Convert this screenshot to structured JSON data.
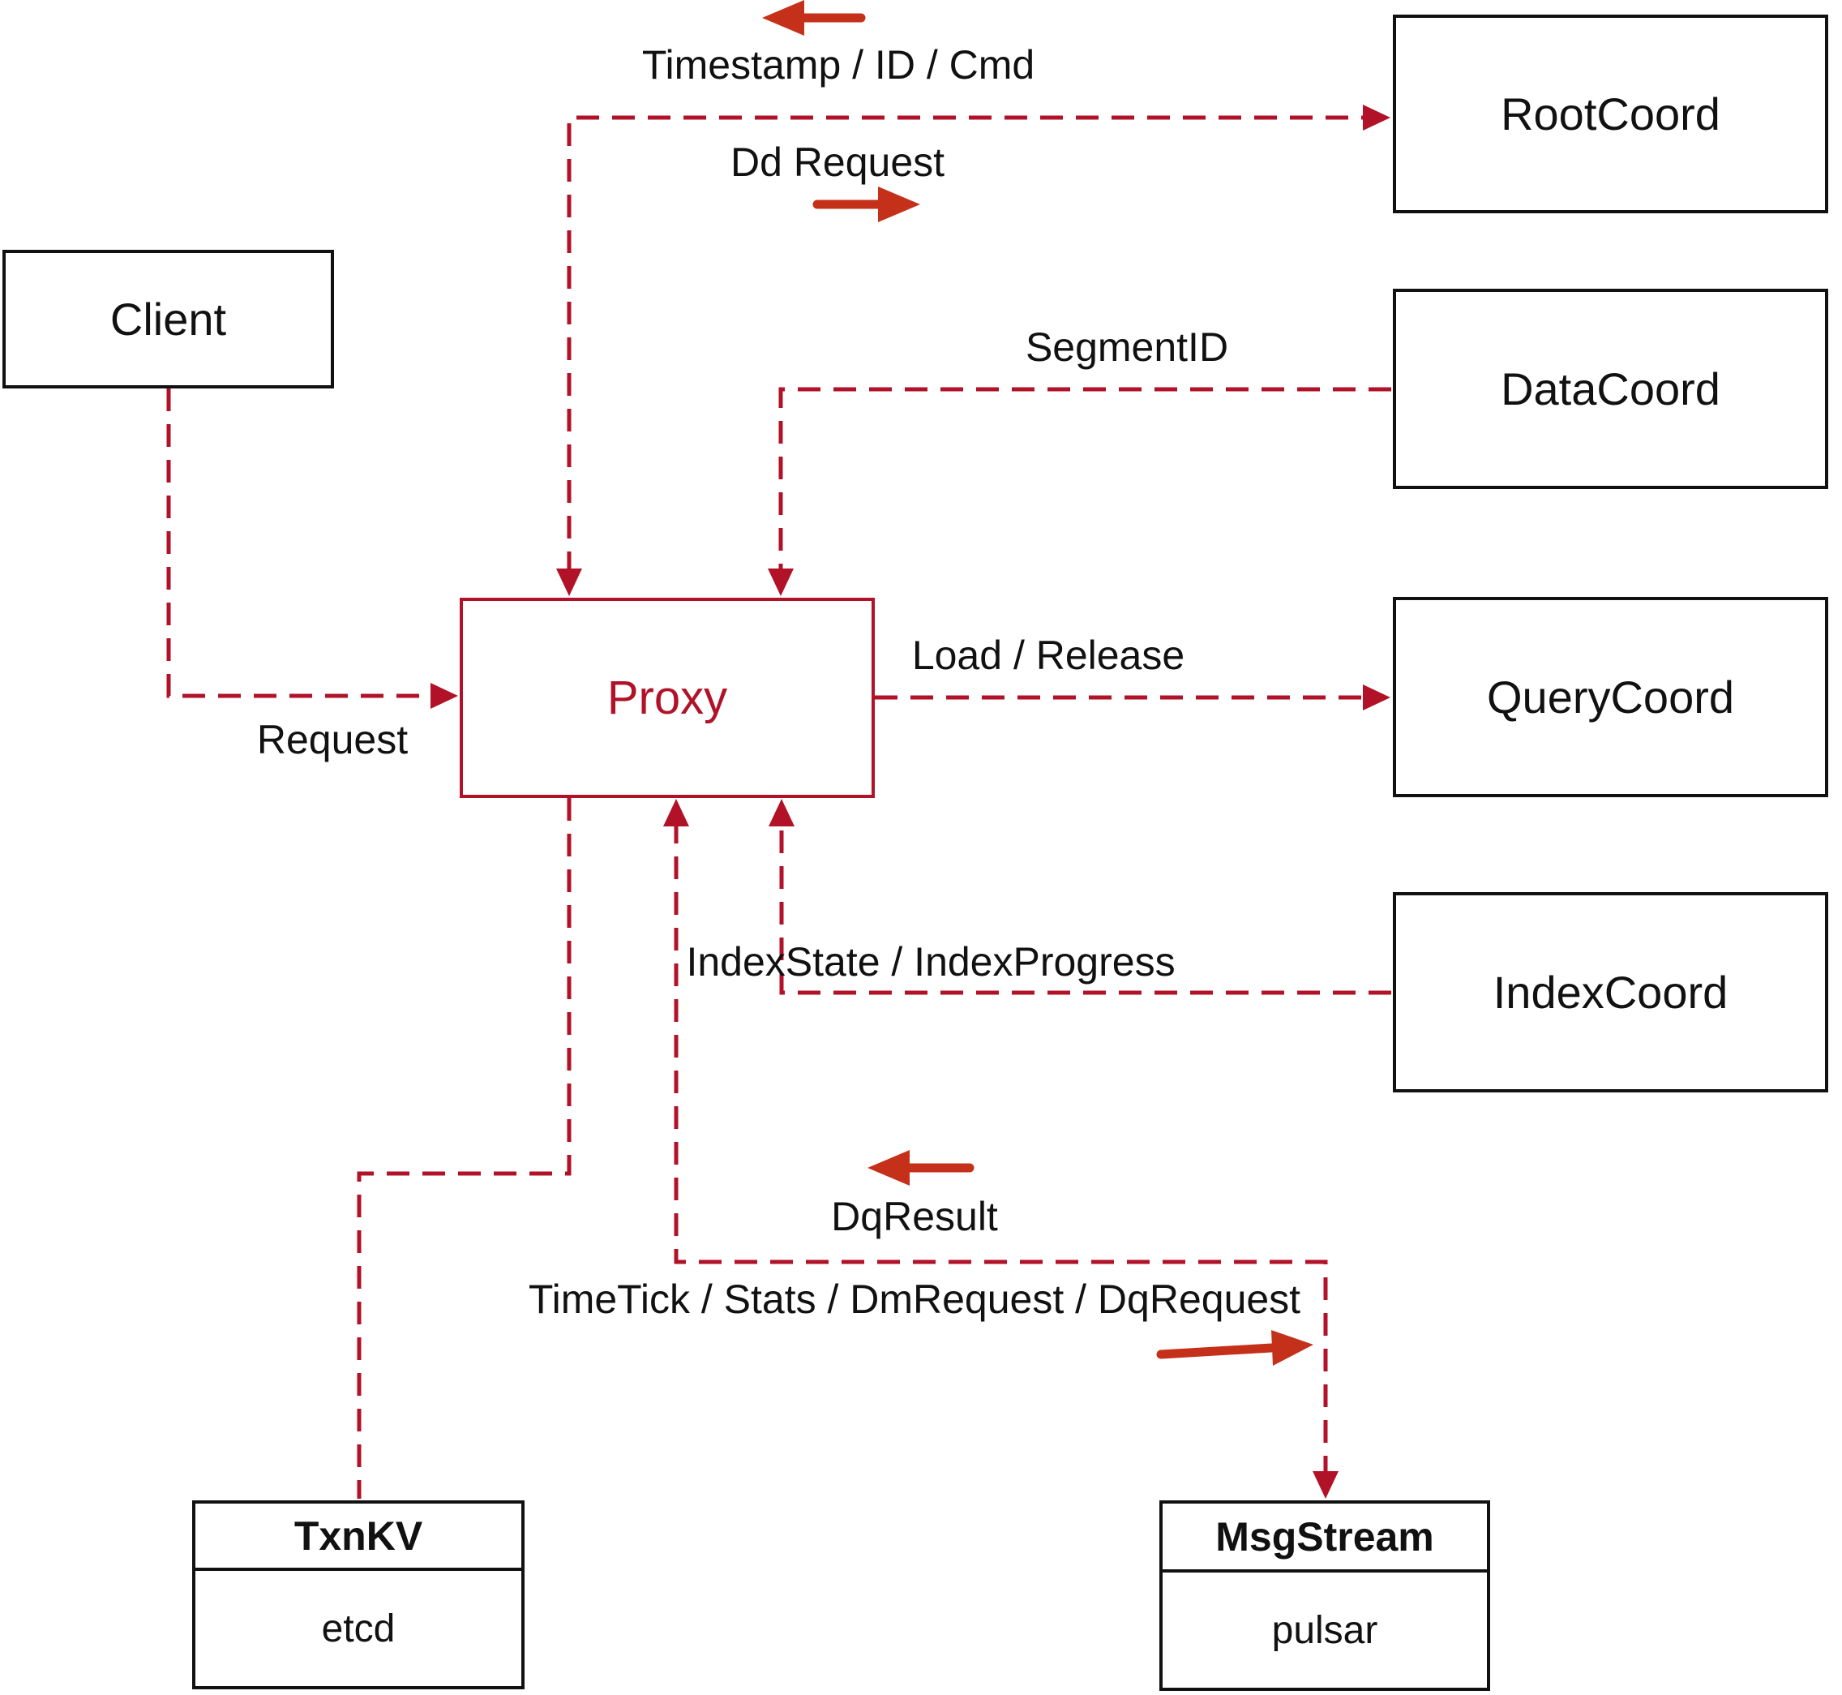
{
  "diagram": {
    "nodes": {
      "client": {
        "label": "Client"
      },
      "proxy": {
        "label": "Proxy"
      },
      "rootcoord": {
        "label": "RootCoord"
      },
      "datacoord": {
        "label": "DataCoord"
      },
      "querycoord": {
        "label": "QueryCoord"
      },
      "indexcoord": {
        "label": "IndexCoord"
      },
      "txnkv": {
        "title": "TxnKV",
        "subtitle": "etcd"
      },
      "msgstream": {
        "title": "MsgStream",
        "subtitle": "pulsar"
      }
    },
    "edge_labels": {
      "timestamp": "Timestamp / ID / Cmd",
      "dd_request": "Dd Request",
      "segment_id": "SegmentID",
      "request": "Request",
      "load_release": "Load / Release",
      "index_state": "IndexState / IndexProgress",
      "dq_result": "DqResult",
      "time_tick": "TimeTick / Stats / DmRequest / DqRequest"
    },
    "colors": {
      "line_red": "#B11228",
      "arrow_red": "#C5301A",
      "box_border": "#111111",
      "label_black": "#111111"
    }
  }
}
